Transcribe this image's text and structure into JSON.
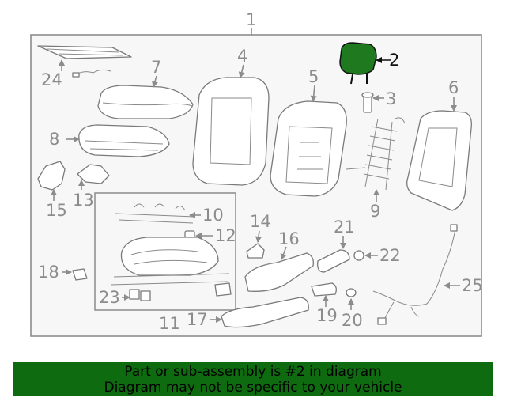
{
  "diagram": {
    "callouts": [
      "1",
      "2",
      "3",
      "4",
      "5",
      "6",
      "7",
      "8",
      "9",
      "10",
      "11",
      "12",
      "13",
      "14",
      "15",
      "16",
      "17",
      "18",
      "19",
      "20",
      "21",
      "22",
      "23",
      "24",
      "25"
    ],
    "highlighted_part": "2",
    "highlight_color": "#1f7a1f"
  },
  "banner": {
    "line1": "Part or sub-assembly is #2 in diagram",
    "line2": "Diagram may not be specific to your vehicle",
    "background": "#0f6b0f"
  }
}
